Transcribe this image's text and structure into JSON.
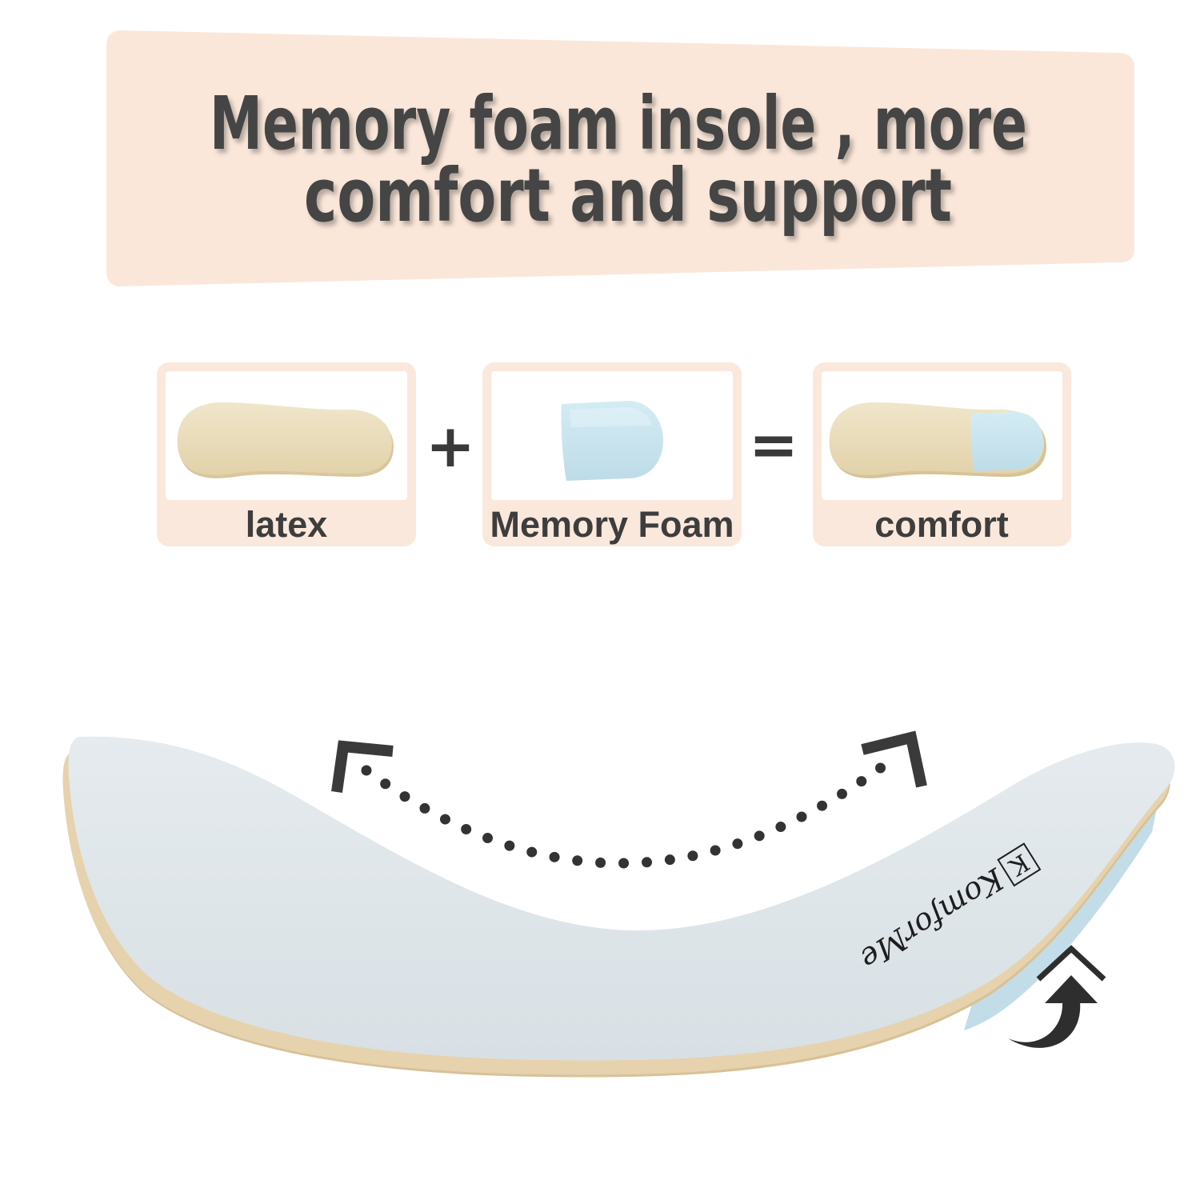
{
  "banner": {
    "line1": "Memory foam insole , more",
    "line2": "comfort and support"
  },
  "components": [
    {
      "label": "latex"
    },
    {
      "label": "Memory Foam"
    },
    {
      "label": "comfort"
    }
  ],
  "operators": {
    "plus": "+",
    "equals": "="
  },
  "brand": {
    "logo_initial": "K",
    "logo_text": "KomforMe"
  },
  "icons": {
    "flex_indicator": "dotted-curved-arrow-icon",
    "lift_indicator": "curved-up-arrow-icon"
  },
  "colors": {
    "banner": "#fbe7da",
    "card_frame": "#fbe8dc",
    "text": "#3d3d3d",
    "insole_top": "#dfe6ea",
    "insole_edge": "#e6d2ad",
    "memory_foam": "#c7e3ee",
    "latex": "#ebdfbd"
  }
}
